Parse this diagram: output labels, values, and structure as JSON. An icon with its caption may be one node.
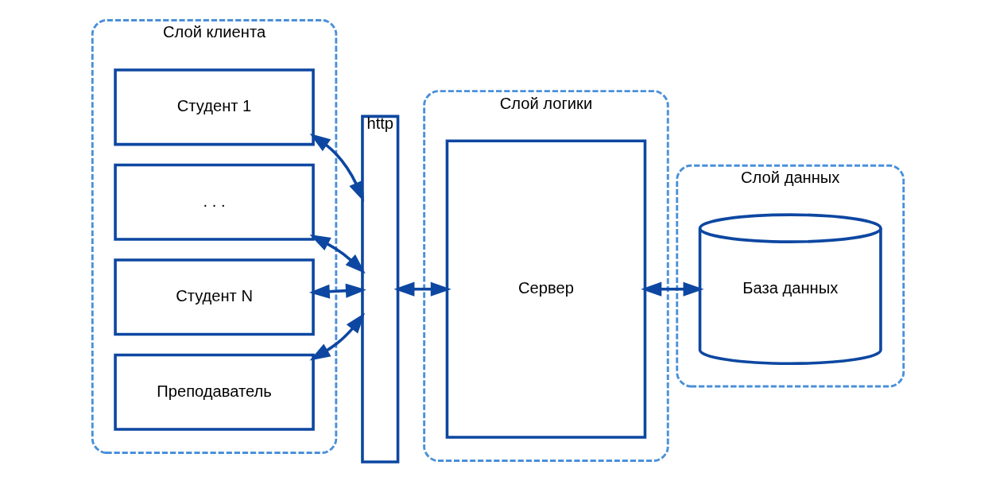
{
  "diagram": {
    "nodes": [
      {
        "text": [
          "Слой клиента"
        ]
      },
      {
        "text": [
          "Студент 1"
        ],
        "in": 0
      },
      {
        "text": [
          ". . ."
        ],
        "in": 0
      },
      {
        "text": [
          "Студент N"
        ],
        "in": 0
      },
      {
        "text": [
          "Преподаватель"
        ],
        "in": 0
      },
      {
        "text": [
          "http"
        ]
      },
      {
        "text": [
          "Слой логики"
        ]
      },
      {
        "text": [
          "Сервер"
        ],
        "in": 6
      },
      {
        "text": [
          "Слой данных"
        ]
      },
      {
        "text": [
          "База данных"
        ],
        "in": 8
      }
    ],
    "edges": [
      {
        "from": 1,
        "to": 5,
        "arrow": "both"
      },
      {
        "from": 2,
        "to": 5,
        "arrow": "both"
      },
      {
        "from": 3,
        "to": 5,
        "arrow": "both"
      },
      {
        "from": 4,
        "to": 5,
        "arrow": "both"
      },
      {
        "from": 5,
        "to": 7,
        "arrow": "both"
      },
      {
        "from": 7,
        "to": 9,
        "arrow": "both"
      }
    ]
  }
}
